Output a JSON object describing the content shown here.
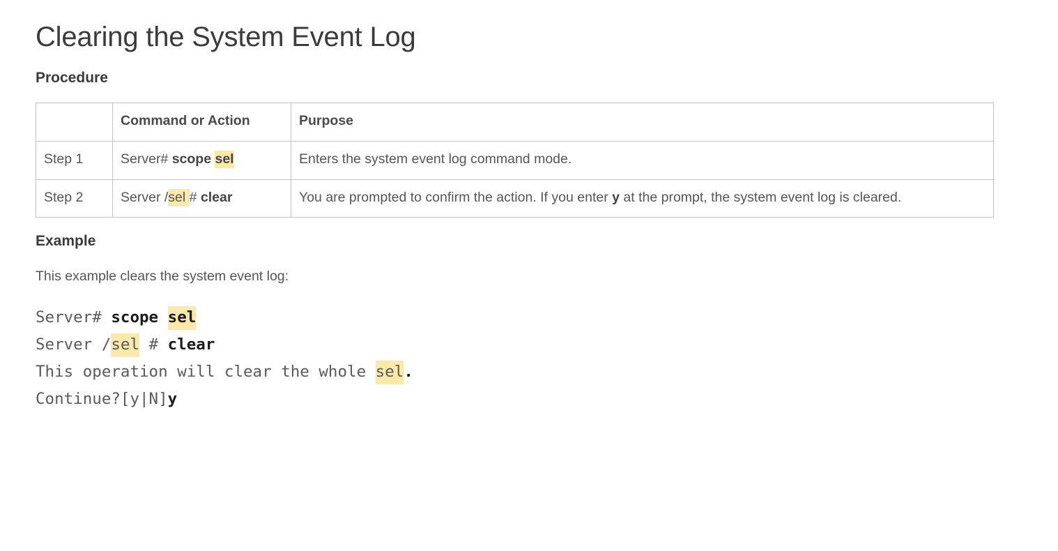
{
  "page": {
    "title": "Clearing the System Event Log"
  },
  "procedure": {
    "heading": "Procedure",
    "table": {
      "headers": {
        "step": "",
        "command": "Command or Action",
        "purpose": "Purpose"
      },
      "rows": [
        {
          "step": "Step 1",
          "command": {
            "plain_prefix": "Server# ",
            "bold_part": "scope",
            "space": " ",
            "highlight": "sel",
            "full_text": "Server# scope sel"
          },
          "purpose": {
            "text": "Enters the system event log command mode.",
            "full_text": "Enters the system event log command mode."
          }
        },
        {
          "step": "Step 2",
          "command": {
            "plain_prefix": "Server /",
            "highlight": "sel ",
            "middle": "# ",
            "bold_part": "clear",
            "full_text": "Server /sel # clear"
          },
          "purpose": {
            "before_bold": "You are prompted to confirm the action. If you enter ",
            "bold": "y",
            "after_bold": " at the prompt, the system event log is cleared.",
            "full_text": "You are prompted to confirm the action. If you enter y at the prompt, the system event log is cleared."
          }
        }
      ]
    }
  },
  "example": {
    "heading": "Example",
    "intro": "This example clears the system event log:",
    "code": {
      "line1": {
        "prefix": "Server# ",
        "bold": "scope",
        "gap": " ",
        "highlight_bold": "sel"
      },
      "line2": {
        "prefix": "Server /",
        "highlight": "sel",
        "middle": " # ",
        "bold": "clear"
      },
      "line3": {
        "prefix": "This operation will clear the whole ",
        "highlight": "sel",
        "suffix_bold": "."
      },
      "line4": {
        "prefix": "Continue?[y|N]",
        "bold": "y"
      },
      "full_text": "Server# scope sel\nServer /sel # clear\nThis operation will clear the whole sel.\nContinue?[y|N]y"
    }
  },
  "colors": {
    "highlight": "#fae9a8",
    "border": "#c2c2c4",
    "body_text": "#555555",
    "heading_text": "#3b3b3b",
    "code_bold": "#1c1c1c"
  }
}
